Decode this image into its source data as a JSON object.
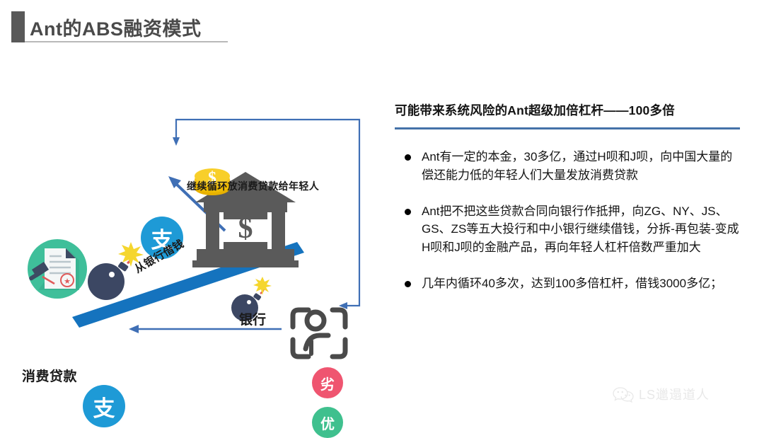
{
  "header": {
    "title": "Ant的ABS融资模式",
    "accent_color": "#595959",
    "rule_color": "#b9b9b9"
  },
  "panel": {
    "heading": "可能带来系统风险的Ant超级加倍杠杆——100多倍",
    "rule_color": "#4472a8",
    "bullets": [
      "Ant有一定的本金，30多亿，通过H呗和J呗，向中国大量的偿还能力低的年轻人们大量发放消费贷款",
      "Ant把不把这些贷款合同向银行作抵押，向ZG、NY、JS、GS、ZS等五大投行和中小银行继续借钱，分拆-再包装-变成H呗和J呗的金融产品，再向年轻人杠杆倍数严重加大",
      "几年内循环40多次，达到100多倍杠杆，借钱3000多亿；"
    ]
  },
  "diagram": {
    "labels": {
      "recycle": "继续循环放消费贷款给年轻人",
      "borrow": "从银行借钱",
      "bank": "银行",
      "loan": "消费贷款"
    },
    "nodes": {
      "alipay_top": "支",
      "alipay_bottom": "支",
      "badge_bad": "劣",
      "badge_good": "优"
    },
    "icons": {
      "coin_symbol": "$",
      "bank_symbol": "$"
    },
    "colors": {
      "alipay_blue": "#1e9ad6",
      "lever_blue": "#1573be",
      "arrow_blue": "#3f6fb5",
      "bank_gray": "#5a5a5a",
      "coin_gold": "#f5c518",
      "loan_green": "#3fbf9a",
      "badge_bad_red": "#ef5570",
      "badge_good_green": "#3fc08e",
      "bomb_navy": "#3c4763"
    }
  },
  "watermark": {
    "text": "LS邋遢道人",
    "icon": "wechat-bubble-icon"
  }
}
